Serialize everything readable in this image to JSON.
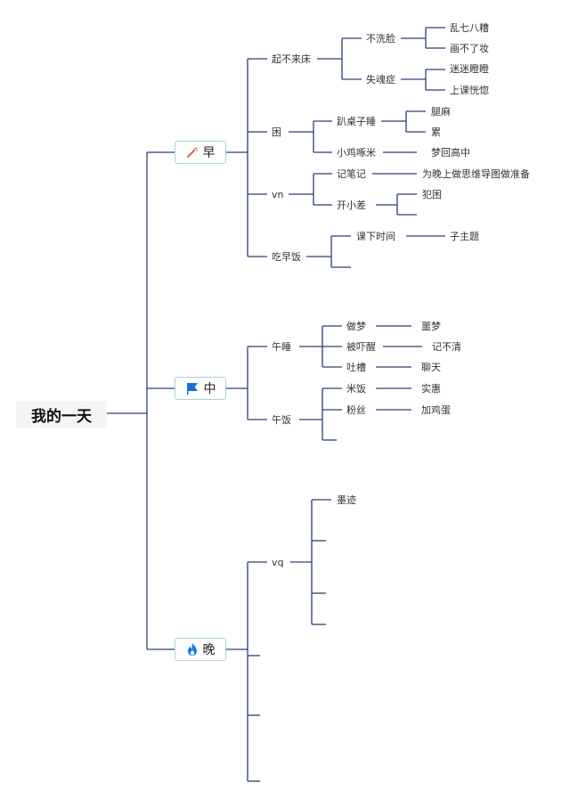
{
  "root": "我的一天",
  "colors": {
    "line": "#2d3d7a",
    "branch_border": "#a9d3cf",
    "flag": "#1a6fd6",
    "fire": "#1a7fe0",
    "wand": "#e04a3a"
  },
  "branches": {
    "morning": {
      "label": "早",
      "icon": "magic-wand-icon"
    },
    "noon": {
      "label": "中",
      "icon": "flag-icon"
    },
    "evening": {
      "label": "晚",
      "icon": "fire-icon"
    }
  },
  "morning": {
    "qibulaichuang": "起不来床",
    "buxilian": "不洗脸",
    "luanqibazao": "乱七八糟",
    "huabuliaozhuang": "画不了妆",
    "shihunzheng": "失魂症",
    "mimideng": "迷迷瞪瞪",
    "shangkehuanghu": "上课恍惚",
    "kun": "困",
    "pazhuozishui": "趴桌子睡",
    "tuima": "腿麻",
    "lei": "累",
    "xiaojizhuomi": "小鸡啄米",
    "menghuigaozhong": "梦回高中",
    "vn": "vn",
    "jibiji": "记笔记",
    "weiwanshang": "为晚上做思维导图做准备",
    "kaixiaochai": "开小差",
    "fankun": "犯困",
    "chizaofan": "吃早饭",
    "kexiashijian": "课下时间",
    "zizhuti": "子主题"
  },
  "noon": {
    "wushui": "午睡",
    "zuomeng": "做梦",
    "emeng": "噩梦",
    "beixiaxing": "被吓醒",
    "jibuqing": "记不清",
    "tucao": "吐槽",
    "liaotian": "聊天",
    "wufan": "午饭",
    "mifan": "米饭",
    "shihui": "实惠",
    "fensi": "粉丝",
    "jiajidan": "加鸡蛋"
  },
  "evening": {
    "vq": "vq",
    "moji": "墨迹"
  }
}
